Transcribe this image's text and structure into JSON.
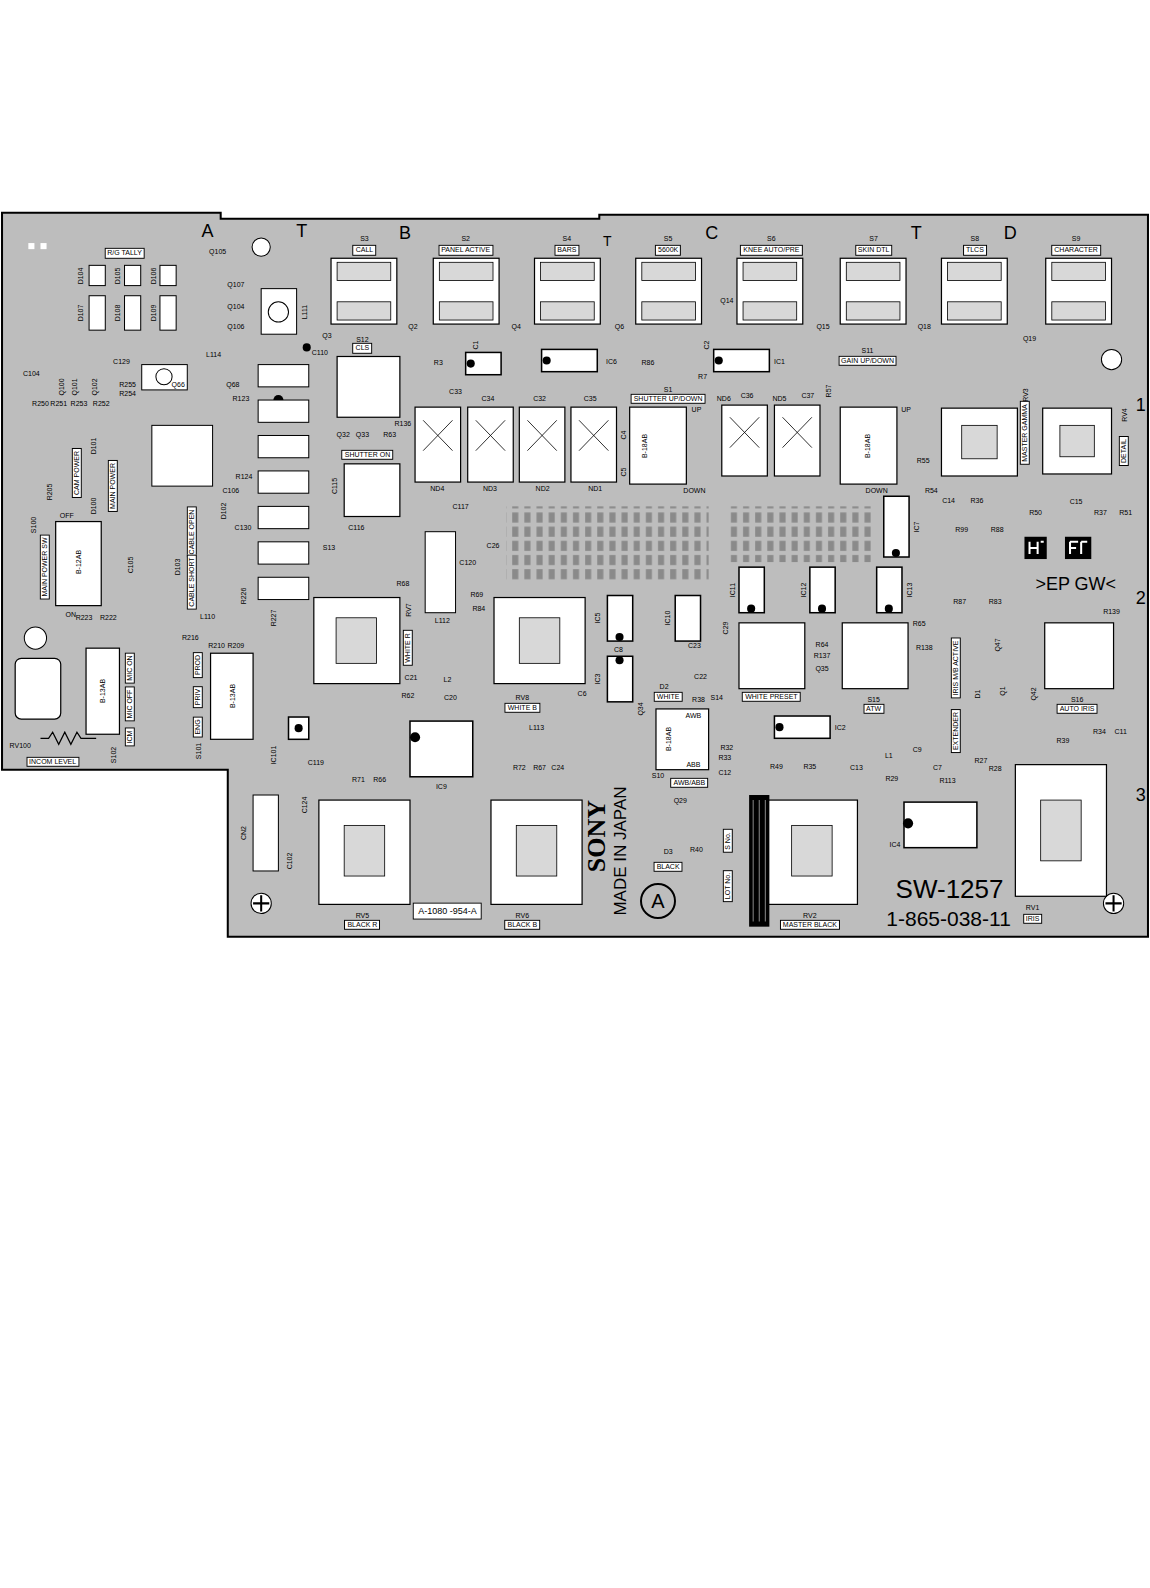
{
  "diagram": {
    "nodes": [
      {
        "text": [
          "R/G TALLY"
        ]
      },
      {
        "text": [
          "CALL"
        ]
      },
      {
        "text": [
          "PANEL ACTIVE"
        ]
      },
      {
        "text": [
          "BARS"
        ]
      },
      {
        "text": [
          "5600K"
        ]
      },
      {
        "text": [
          "KNEE AUTO/PRE"
        ]
      },
      {
        "text": [
          "SKIN DTL"
        ]
      },
      {
        "text": [
          "TLCS"
        ]
      },
      {
        "text": [
          "CHARACTER"
        ]
      },
      {
        "text": [
          "CLS"
        ]
      },
      {
        "text": [
          "SHUTTER UP/DOWN"
        ]
      },
      {
        "text": [
          "GAIN UP/DOWN"
        ]
      },
      {
        "text": [
          "SHUTTER ON"
        ]
      },
      {
        "text": [
          "MASTER GAMMA"
        ]
      },
      {
        "text": [
          "DETAIL"
        ]
      },
      {
        "text": [
          "CAM POWER"
        ]
      },
      {
        "text": [
          "MAIN POWER"
        ]
      },
      {
        "text": [
          "CABLE OPEN"
        ]
      },
      {
        "text": [
          "CABLE SHORT"
        ]
      },
      {
        "text": [
          "MAIN POWER SW"
        ]
      },
      {
        "text": [
          "MIC ON"
        ]
      },
      {
        "text": [
          "MIC OFF"
        ]
      },
      {
        "text": [
          "ICM"
        ]
      },
      {
        "text": [
          "PROD"
        ]
      },
      {
        "text": [
          "PRIV"
        ]
      },
      {
        "text": [
          "ENG"
        ]
      },
      {
        "text": [
          "WHITE R"
        ]
      },
      {
        "text": [
          "WHITE B"
        ]
      },
      {
        "text": [
          "WHITE"
        ]
      },
      {
        "text": [
          "AWB/ABB"
        ]
      },
      {
        "text": [
          "BLACK"
        ]
      },
      {
        "text": [
          "WHITE PRESET"
        ]
      },
      {
        "text": [
          "ATW"
        ]
      },
      {
        "text": [
          "IRIS M/B ACTIVE"
        ]
      },
      {
        "text": [
          "EXTENDER"
        ]
      },
      {
        "text": [
          "AUTO IRIS"
        ]
      },
      {
        "text": [
          "BLACK R"
        ]
      },
      {
        "text": [
          "BLACK B"
        ]
      },
      {
        "text": [
          "MASTER BLACK"
        ]
      },
      {
        "text": [
          "IRIS"
        ]
      },
      {
        "text": [
          "INCOM LEVEL"
        ]
      },
      {
        "text": [
          "A-1080 -954-A"
        ]
      },
      {
        "text": [
          "LOT No."
        ]
      },
      {
        "text": [
          "S No."
        ]
      },
      {
        "text": [
          "A"
        ]
      }
    ],
    "labels": [
      "A",
      "T",
      "B",
      "T",
      "C",
      "T",
      "D",
      "1",
      "2",
      "3",
      ">EP",
      "GW<",
      "SONY",
      "MADE IN JAPAN",
      "SW-1257",
      "1-865-038-11",
      "S3",
      "S2",
      "S4",
      "S5",
      "S6",
      "S7",
      "S8",
      "S9",
      "S12",
      "S1",
      "S11",
      "S13",
      "S10",
      "S14",
      "S15",
      "S16",
      "S100",
      "S101",
      "S102",
      "B-12AB",
      "B-13AB",
      "B-13AB",
      "B-18AB",
      "B-18AB",
      "B-18AB",
      "UP",
      "DOWN",
      "UP",
      "DOWN",
      "AWB",
      "ABB",
      "OFF",
      "ON",
      "ND4",
      "ND3",
      "ND2",
      "ND1",
      "ND6",
      "ND5",
      "C34",
      "C32",
      "C35",
      "C36",
      "C37",
      "C33",
      "IC6",
      "IC1",
      "IC7",
      "IC11",
      "IC12",
      "IC13",
      "IC2",
      "IC3",
      "IC5",
      "IC10",
      "IC9",
      "IC4",
      "IC101",
      "RV5",
      "RV6",
      "RV2",
      "RV1",
      "RV7",
      "RV8",
      "RV3",
      "RV4",
      "RV100",
      "Q3",
      "Q2",
      "Q4",
      "Q6",
      "Q14",
      "Q15",
      "Q18",
      "Q19",
      "Q32",
      "Q33",
      "Q66",
      "Q68",
      "Q105",
      "Q107",
      "Q104",
      "Q106",
      "Q100",
      "Q101",
      "Q102",
      "Q29",
      "Q34",
      "Q35",
      "Q47",
      "Q42",
      "Q1",
      "D101",
      "D100",
      "D102",
      "D103",
      "D1",
      "D2",
      "D3",
      "D104",
      "D105",
      "D106",
      "D107",
      "D108",
      "D109",
      "L111",
      "L114",
      "L112",
      "L2",
      "L113",
      "L1",
      "L110",
      "CN2",
      "C130",
      "C129",
      "C104",
      "C105",
      "C106",
      "C110",
      "C115",
      "C116",
      "C117",
      "C120",
      "C26",
      "C20",
      "C21",
      "C24",
      "C29",
      "C14",
      "C15",
      "C11",
      "C9",
      "C7",
      "C12",
      "C13",
      "C8",
      "C23",
      "C22",
      "C102",
      "C124",
      "C119",
      "C6",
      "C5",
      "C4",
      "C1",
      "C2",
      "R36",
      "R37",
      "R51",
      "R50",
      "R55",
      "R54",
      "R99",
      "R88",
      "R87",
      "R83",
      "R139",
      "R65",
      "R64",
      "R137",
      "R138",
      "R38",
      "R40",
      "R33",
      "R32",
      "R49",
      "R35",
      "R29",
      "R27",
      "R28",
      "R113",
      "R39",
      "R34",
      "R72",
      "R67",
      "R71",
      "R66",
      "R69",
      "R84",
      "R68",
      "R63",
      "R136",
      "R62",
      "R3",
      "R7",
      "R86",
      "R57",
      "R250",
      "R251",
      "R253",
      "R252",
      "R255",
      "R254",
      "R123",
      "R124",
      "R222",
      "R223",
      "R216",
      "R210",
      "R209",
      "R226",
      "R227",
      "R205"
    ]
  }
}
